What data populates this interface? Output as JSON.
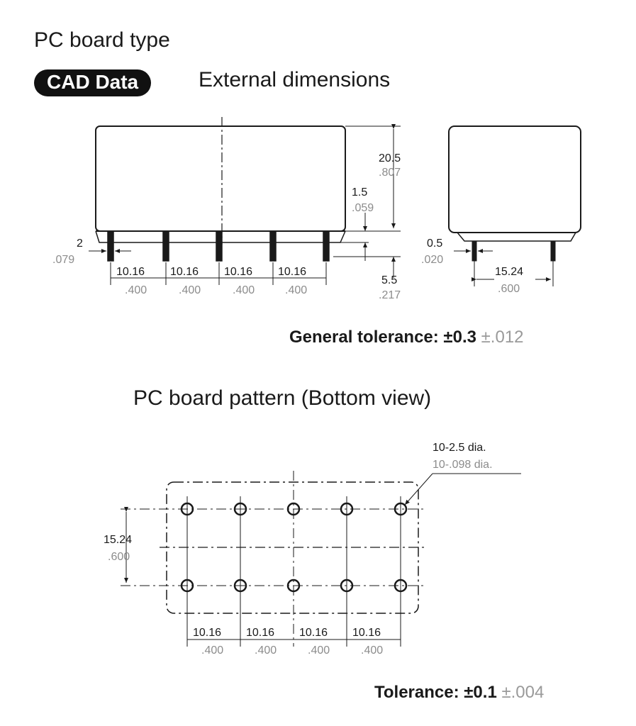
{
  "header": {
    "title": "PC board type",
    "badge": "CAD Data",
    "section": "External dimensions"
  },
  "front_view": {
    "height_mm": "20.5",
    "height_in": ".807",
    "offset_mm": "1.5",
    "offset_in": ".059",
    "pin_mm": "2",
    "pin_in": ".079",
    "pin_len_mm": "5.5",
    "pin_len_in": ".217",
    "pitch": [
      {
        "mm": "10.16",
        "in": ".400"
      },
      {
        "mm": "10.16",
        "in": ".400"
      },
      {
        "mm": "10.16",
        "in": ".400"
      },
      {
        "mm": "10.16",
        "in": ".400"
      }
    ]
  },
  "side_view": {
    "pin_mm": "0.5",
    "pin_in": ".020",
    "row_mm": "15.24",
    "row_in": ".600"
  },
  "general_tolerance": {
    "label": "General tolerance: ±0.3",
    "inch": "±.012"
  },
  "pattern": {
    "title": "PC board pattern (Bottom view)",
    "holes_mm": "10-2.5 dia.",
    "holes_in": "10-.098 dia.",
    "row_mm": "15.24",
    "row_in": ".600",
    "pitch": [
      {
        "mm": "10.16",
        "in": ".400"
      },
      {
        "mm": "10.16",
        "in": ".400"
      },
      {
        "mm": "10.16",
        "in": ".400"
      },
      {
        "mm": "10.16",
        "in": ".400"
      }
    ]
  },
  "tolerance": {
    "label": "Tolerance: ±0.1",
    "inch": "±.004"
  }
}
